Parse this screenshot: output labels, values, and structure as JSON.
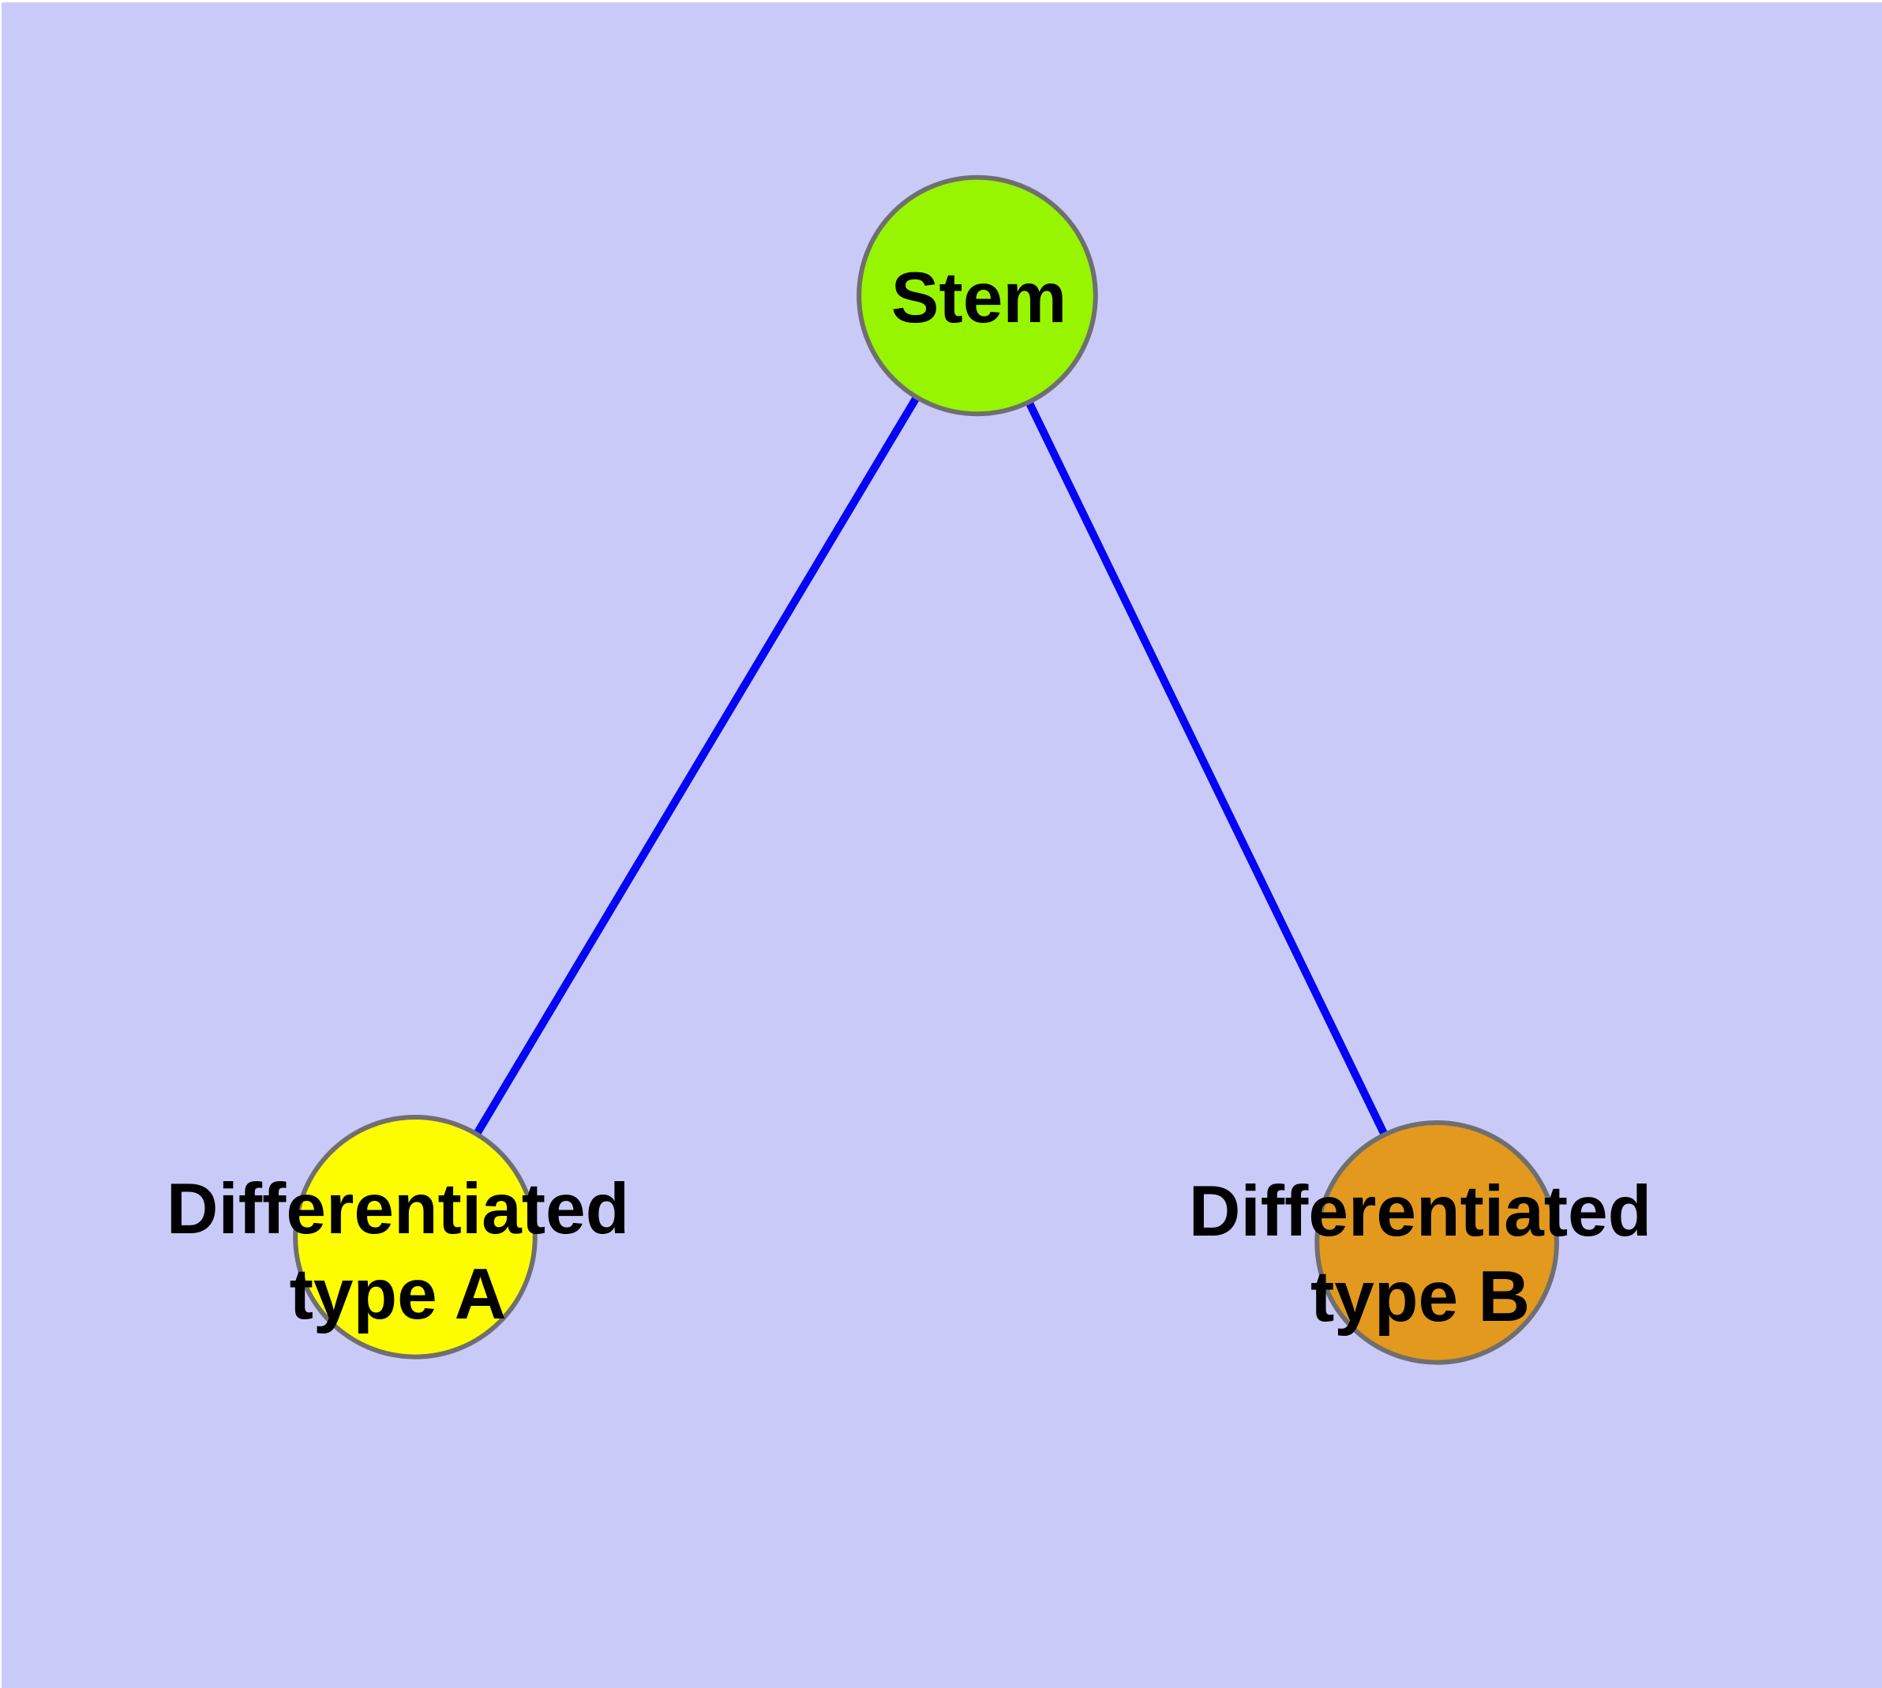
{
  "diagram": {
    "style": {
      "background_color": "#CACAF8",
      "edge_color": "#0505F5",
      "node_border_color": "#6F6F6F",
      "label_color": "#000000"
    },
    "nodes": [
      {
        "id": "stem",
        "label": "Stem",
        "label_lines": [
          "Stem"
        ],
        "color": "#97F500"
      },
      {
        "id": "type-a",
        "label": "Differentiated type A",
        "label_lines": [
          "Differentiated",
          "type A"
        ],
        "color": "#FDFD00"
      },
      {
        "id": "type-b",
        "label": "Differentiated type B",
        "label_lines": [
          "Differentiated",
          "type B"
        ],
        "color": "#E2991D"
      }
    ],
    "edges": [
      {
        "from": "Stem",
        "to": "Differentiated type A"
      },
      {
        "from": "Stem",
        "to": "Differentiated type B"
      }
    ]
  }
}
